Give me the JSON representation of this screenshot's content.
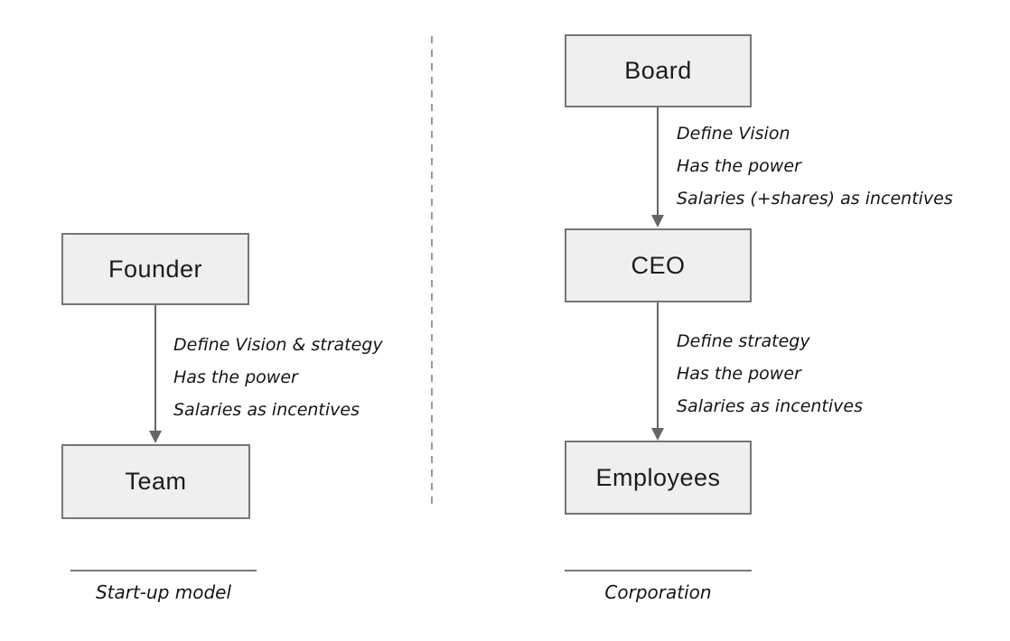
{
  "colors": {
    "box_fill": "#efefef",
    "box_border": "#757575",
    "arrow": "#666666",
    "divider": "#999999"
  },
  "left_model": {
    "caption": "Start-up model",
    "top_node": "Founder",
    "bottom_node": "Team",
    "edge_notes": [
      "Define Vision & strategy",
      "Has the power",
      "Salaries as incentives"
    ]
  },
  "right_model": {
    "caption": "Corporation",
    "top_node": "Board",
    "middle_node": "CEO",
    "bottom_node": "Employees",
    "edge1_notes": [
      "Define Vision",
      "Has the power",
      "Salaries (+shares) as incentives"
    ],
    "edge2_notes": [
      "Define strategy",
      "Has the power",
      "Salaries as incentives"
    ]
  }
}
